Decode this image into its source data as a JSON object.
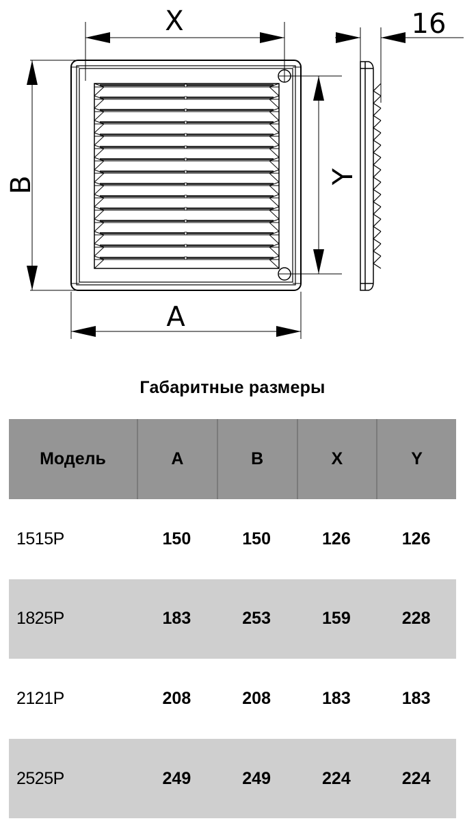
{
  "drawing": {
    "labels": {
      "x": "X",
      "y": "Y",
      "a": "A",
      "b": "B",
      "depth": "16"
    },
    "louver_count": 15
  },
  "table": {
    "title": "Габаритные размеры",
    "columns": [
      "Модель",
      "A",
      "B",
      "X",
      "Y"
    ],
    "rows": [
      {
        "model": "1515P",
        "a": "150",
        "b": "150",
        "x": "126",
        "y": "126"
      },
      {
        "model": "1825P",
        "a": "183",
        "b": "253",
        "x": "159",
        "y": "228"
      },
      {
        "model": "2121P",
        "a": "208",
        "b": "208",
        "x": "183",
        "y": "183"
      },
      {
        "model": "2525P",
        "a": "249",
        "b": "249",
        "x": "224",
        "y": "224"
      }
    ],
    "colors": {
      "header_bg": "#959595",
      "alt_row_bg": "#cfcfcf",
      "row_bg": "#ffffff",
      "divider": "#7a7a7a"
    }
  }
}
